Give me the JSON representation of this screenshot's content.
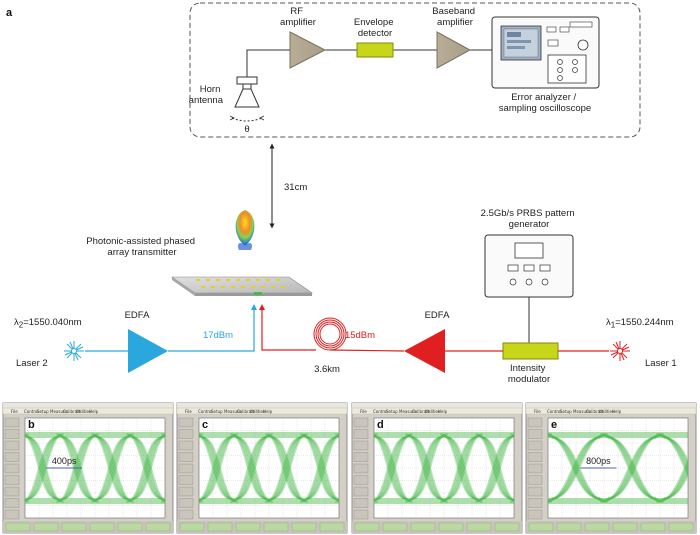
{
  "panel_a_label": "a",
  "setup": {
    "horn_antenna": "Horn\nantenna",
    "theta": "θ",
    "rf_amplifier": "RF\namplifier",
    "envelope_detector": "Envelope\ndetector",
    "baseband_amplifier": "Baseband\namplifier",
    "error_analyzer": "Error analyzer /\nsampling oscilloscope",
    "distance": "31cm",
    "transmitter": "Photonic-assisted phased\narray transmitter",
    "prbs_generator": "2.5Gb/s PRBS pattern\ngenerator",
    "intensity_modulator": "Intensity\nmodulator",
    "laser1": "Laser 1",
    "laser2": "Laser 2",
    "lambda1_symbol": "λ",
    "lambda1_sub": "1",
    "lambda1_value": "=1550.244nm",
    "lambda2_symbol": "λ",
    "lambda2_sub": "2",
    "lambda2_value": "=1550.040nm",
    "edfa_left": "EDFA",
    "edfa_right": "EDFA",
    "power_left": "17dBm",
    "power_right": "15dBm",
    "fiber_length": "3.6km"
  },
  "colors": {
    "amplifier": "#b5ab95",
    "envelope": "#c8d61a",
    "laser2_blue": "#2aa7dd",
    "laser1_red": "#e02020",
    "eye_green": "#49b84a"
  },
  "scope_menu": [
    "File",
    "Control",
    "Setup",
    "Measure",
    "Calibrate",
    "Utilities",
    "Help"
  ],
  "eye_panels": [
    {
      "letter": "b",
      "annotation": "400ps"
    },
    {
      "letter": "c",
      "annotation": ""
    },
    {
      "letter": "d",
      "annotation": ""
    },
    {
      "letter": "e",
      "annotation": "800ps"
    }
  ]
}
